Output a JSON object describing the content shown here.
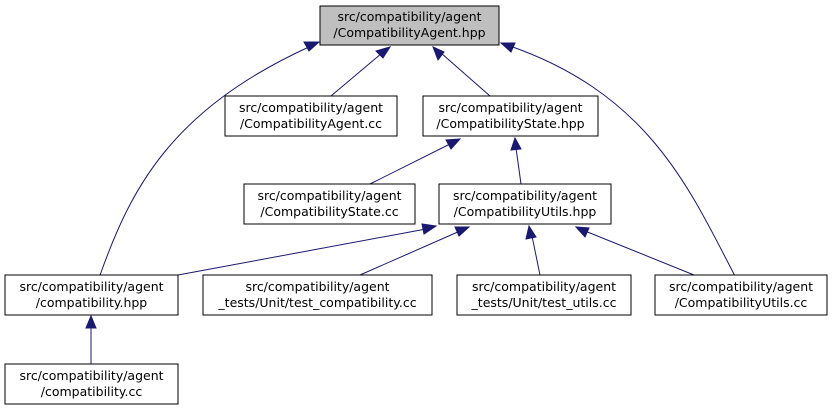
{
  "diagram": {
    "nodes": {
      "agent_hpp": {
        "line1": "src/compatibility/agent",
        "line2": "/CompatibilityAgent.hpp"
      },
      "agent_cc": {
        "line1": "src/compatibility/agent",
        "line2": "/CompatibilityAgent.cc"
      },
      "state_hpp": {
        "line1": "src/compatibility/agent",
        "line2": "/CompatibilityState.hpp"
      },
      "state_cc": {
        "line1": "src/compatibility/agent",
        "line2": "/CompatibilityState.cc"
      },
      "utils_hpp": {
        "line1": "src/compatibility/agent",
        "line2": "/CompatibilityUtils.hpp"
      },
      "compat_hpp": {
        "line1": "src/compatibility/agent",
        "line2": "/compatibility.hpp"
      },
      "test_compat": {
        "line1": "src/compatibility/agent",
        "line2": "_tests/Unit/test_compatibility.cc"
      },
      "test_utils": {
        "line1": "src/compatibility/agent",
        "line2": "_tests/Unit/test_utils.cc"
      },
      "utils_cc": {
        "line1": "src/compatibility/agent",
        "line2": "/CompatibilityUtils.cc"
      },
      "compat_cc": {
        "line1": "src/compatibility/agent",
        "line2": "/compatibility.cc"
      }
    },
    "edges": [
      {
        "from": "agent_cc",
        "to": "agent_hpp"
      },
      {
        "from": "state_hpp",
        "to": "agent_hpp"
      },
      {
        "from": "compat_hpp",
        "to": "agent_hpp"
      },
      {
        "from": "utils_cc",
        "to": "agent_hpp"
      },
      {
        "from": "state_cc",
        "to": "state_hpp"
      },
      {
        "from": "utils_hpp",
        "to": "state_hpp"
      },
      {
        "from": "compat_hpp",
        "to": "utils_hpp"
      },
      {
        "from": "test_compat",
        "to": "utils_hpp"
      },
      {
        "from": "test_utils",
        "to": "utils_hpp"
      },
      {
        "from": "utils_cc",
        "to": "utils_hpp"
      },
      {
        "from": "compat_cc",
        "to": "compat_hpp"
      }
    ],
    "colors": {
      "edge": "#191970",
      "root_fill": "#bfbfbf",
      "node_fill": "#ffffff",
      "border": "#000000"
    }
  }
}
